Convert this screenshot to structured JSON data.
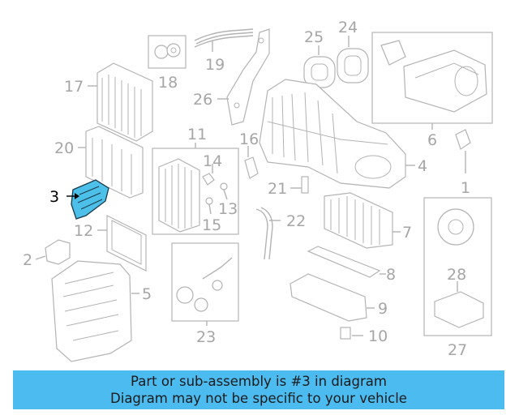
{
  "diagram": {
    "callouts": [
      "1",
      "2",
      "3",
      "4",
      "5",
      "6",
      "7",
      "8",
      "9",
      "10",
      "11",
      "12",
      "13",
      "14",
      "15",
      "16",
      "17",
      "18",
      "19",
      "20",
      "21",
      "22",
      "23",
      "24",
      "25",
      "26",
      "27",
      "28"
    ],
    "highlighted_part": "3",
    "highlight_color": "#4cc0e8"
  },
  "banner": {
    "line1": "Part or sub-assembly is #3 in diagram",
    "line2": "Diagram may not be specific to your vehicle",
    "background": "#4cbcf0"
  }
}
